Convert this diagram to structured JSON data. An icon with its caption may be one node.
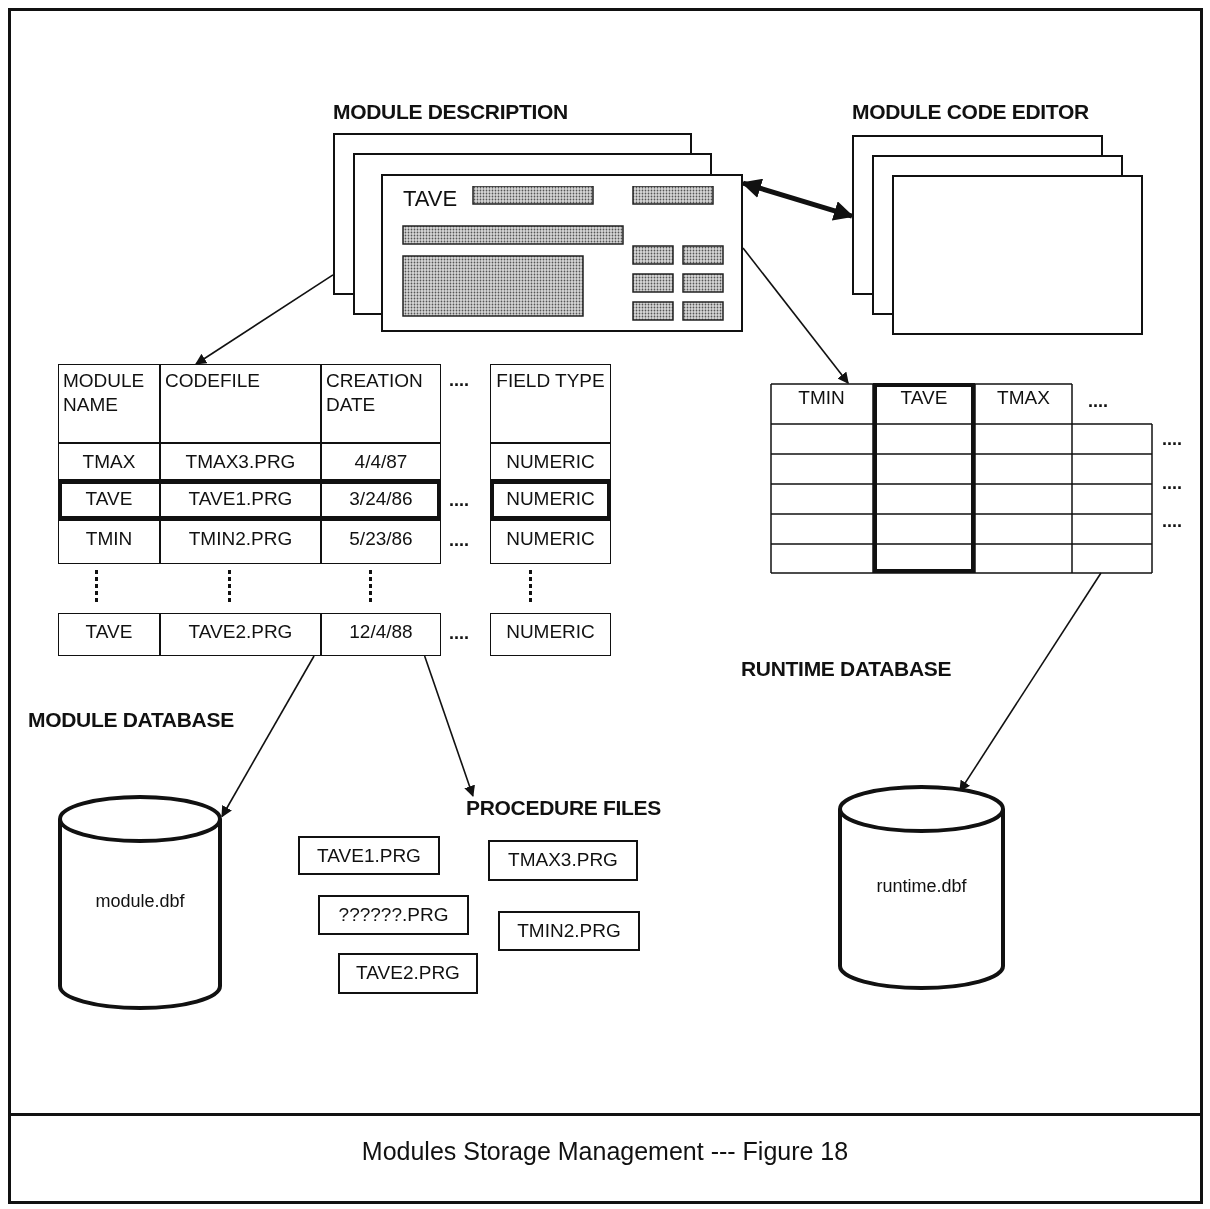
{
  "diagram": {
    "caption": "Modules Storage Management --- Figure 18",
    "nodes": [
      {
        "text": [
          "MODULE DESCRIPTION",
          "TAVE"
        ]
      },
      {
        "text": [
          "MODULE CODE EDITOR"
        ]
      },
      {
        "text": [
          "MODULE NAME",
          "CODEFILE",
          "CREATION DATE",
          "....",
          "FIELD TYPE",
          "TMAX",
          "TMAX3.PRG",
          "4/4/87",
          "NUMERIC",
          "TAVE",
          "TAVE1.PRG",
          "3/24/86",
          "....",
          "NUMERIC",
          "TMIN",
          "TMIN2.PRG",
          "5/23/86",
          "....",
          "NUMERIC",
          "TAVE",
          "TAVE2.PRG",
          "12/4/88",
          "....",
          "NUMERIC"
        ]
      },
      {
        "text": [
          "TMIN",
          "TAVE",
          "TMAX",
          "....",
          "....",
          "....",
          "...."
        ]
      },
      {
        "text": [
          "module.dbf"
        ]
      },
      {
        "text": [
          "PROCEDURE FILES"
        ]
      },
      {
        "text": [
          "TAVE1.PRG"
        ]
      },
      {
        "text": [
          "TMAX3.PRG"
        ]
      },
      {
        "text": [
          "??????.PRG"
        ]
      },
      {
        "text": [
          "TMIN2.PRG"
        ]
      },
      {
        "text": [
          "TAVE2.PRG"
        ]
      },
      {
        "text": [
          "runtime.dbf"
        ]
      }
    ],
    "edges": [
      {
        "from": 0,
        "to": 2,
        "arrow": "to"
      },
      {
        "from": 0,
        "to": 1,
        "arrow": "both",
        "style": "thick"
      },
      {
        "from": 0,
        "to": 3,
        "arrow": "to"
      },
      {
        "from": 2,
        "to": 4,
        "arrow": "to"
      },
      {
        "from": 2,
        "to": 5,
        "arrow": "to"
      },
      {
        "from": 3,
        "to": 11,
        "arrow": "to"
      }
    ],
    "labels": [
      "MODULE DATABASE",
      "RUNTIME DATABASE"
    ]
  }
}
